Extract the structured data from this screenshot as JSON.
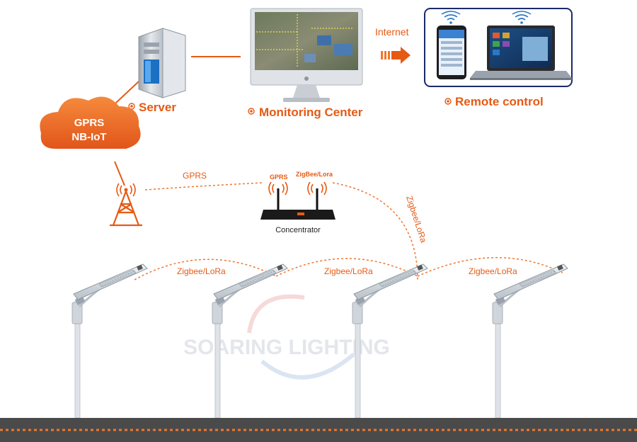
{
  "colors": {
    "accent": "#f0772e",
    "orange_dark": "#e65a14",
    "frame_blue": "#1a2a6c",
    "road": "#4a4a4a",
    "pole": "#d9dde2",
    "watermark": "#c9cfd8"
  },
  "nodes": {
    "server": "Server",
    "monitoring_center": "Monitoring Center",
    "remote_control": "Remote control",
    "internet": "Internet",
    "cloud_line1": "GPRS",
    "cloud_line2": "NB-IoT",
    "concentrator": "Concentrator",
    "concentrator_gprs": "GPRS",
    "concentrator_zigbee": "ZigBee/Lora"
  },
  "links": {
    "tower_to_concentrator": "GPRS",
    "concentrator_to_lamps": "Zigbee/LoRa",
    "lamp_1_2": "Zigbee/LoRa",
    "lamp_2_3": "Zigbee/LoRa",
    "lamp_3_4": "Zigbee/LoRa"
  },
  "icons": {
    "server": "server-tower-icon",
    "monitor": "desktop-monitor-icon",
    "phone": "smartphone-icon",
    "laptop": "laptop-icon",
    "wifi": "wifi-icon",
    "tower": "radio-tower-icon",
    "router": "router-icon",
    "lamp": "solar-street-light-icon"
  },
  "watermark": "SOARING LIGHTING"
}
